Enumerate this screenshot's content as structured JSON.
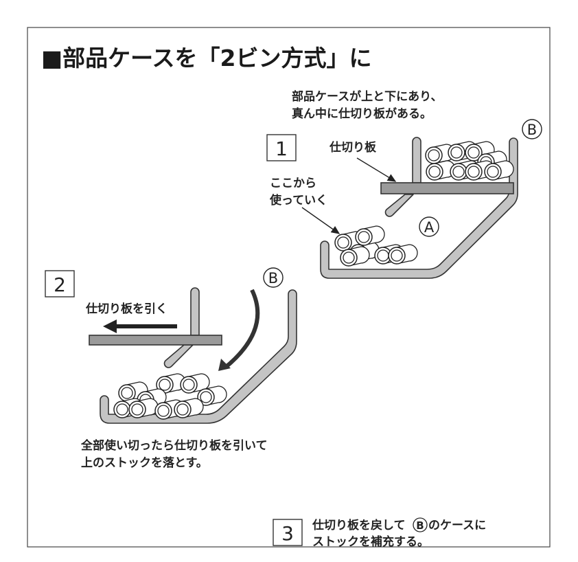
{
  "title": "■部品ケースを「2ビン方式」に",
  "step1": {
    "number": "1",
    "description_line1": "部品ケースが上と下にあり、",
    "description_line2": "真ん中に仕切り板がある。",
    "divider_label": "仕切り板",
    "use_label_line1": "ここから",
    "use_label_line2": "使っていく",
    "upper_case_label": "B",
    "lower_case_label": "A"
  },
  "step2": {
    "number": "2",
    "pull_label": "仕切り板を引く",
    "case_label": "B",
    "description_line1": "全部使い切ったら仕切り板を引いて",
    "description_line2": "上のストックを落とす。"
  },
  "step3": {
    "number": "3",
    "description_line1_a": "仕切り板を戻して",
    "case_label": "B",
    "description_line1_b": "のケースに",
    "description_line2": "ストックを補充する。"
  }
}
